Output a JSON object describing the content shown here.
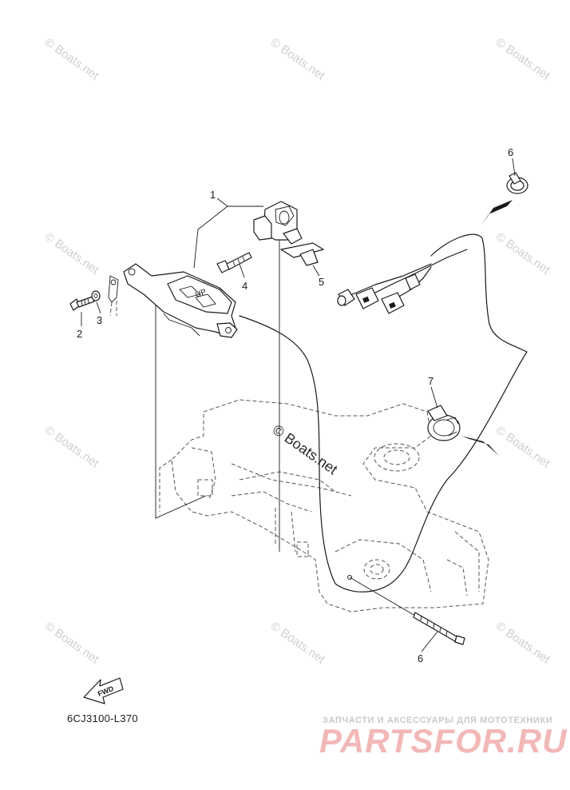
{
  "watermark": {
    "text": "© Boats.net",
    "center_text": "© Boats.net"
  },
  "callouts": [
    "1",
    "2",
    "3",
    "4",
    "5",
    "6",
    "7",
    "6"
  ],
  "switch_label": "UP",
  "fwd_label": "FWD",
  "diagram_code": "6CJ3100-L370",
  "brand": {
    "subtitle": "ЗАПЧАСТИ И АКСЕССУАРЫ ДЛЯ МОТОТЕХНИКИ",
    "logo": "PARTSFOR.RU"
  }
}
